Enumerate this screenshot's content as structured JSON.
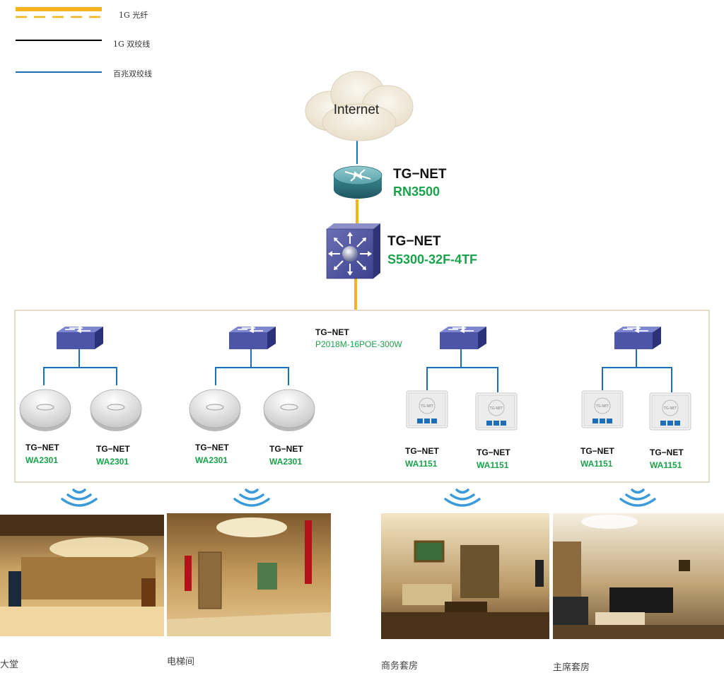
{
  "legend": [
    {
      "label": "1G  光纤",
      "type": "fiber",
      "color": "#f5b41f"
    },
    {
      "label": "1G  双绞线",
      "type": "twisted-pair",
      "color": "#000000"
    },
    {
      "label": "百兆双绞线",
      "type": "fast-ethernet",
      "color": "#1f6fb8"
    }
  ],
  "cloud": {
    "label": "Internet"
  },
  "router": {
    "brand": "TG−NET",
    "model": "RN3500"
  },
  "core_switch": {
    "brand": "TG−NET",
    "model": "S5300-32F-4TF"
  },
  "poe_switch": {
    "brand": "TG−NET",
    "model": "P2018M-16POE-300W"
  },
  "aps": [
    {
      "brand": "TG−NET",
      "model": "WA2301",
      "kind": "ceiling"
    },
    {
      "brand": "TG−NET",
      "model": "WA2301",
      "kind": "ceiling"
    },
    {
      "brand": "TG−NET",
      "model": "WA2301",
      "kind": "ceiling"
    },
    {
      "brand": "TG−NET",
      "model": "WA2301",
      "kind": "ceiling"
    },
    {
      "brand": "TG−NET",
      "model": "WA1151",
      "kind": "wall"
    },
    {
      "brand": "TG−NET",
      "model": "WA1151",
      "kind": "wall"
    },
    {
      "brand": "TG−NET",
      "model": "WA1151",
      "kind": "wall"
    },
    {
      "brand": "TG−NET",
      "model": "WA1151",
      "kind": "wall"
    }
  ],
  "wall_plate_text": "TG-NET",
  "areas": [
    {
      "label": "大堂"
    },
    {
      "label": "电梯间"
    },
    {
      "label": "商务套房"
    },
    {
      "label": "主席套房"
    }
  ],
  "colors": {
    "fiber": "#f5b41f",
    "fast_ethernet": "#1f6fb8",
    "twisted_pair": "#000000",
    "model_text": "#19a34a"
  }
}
